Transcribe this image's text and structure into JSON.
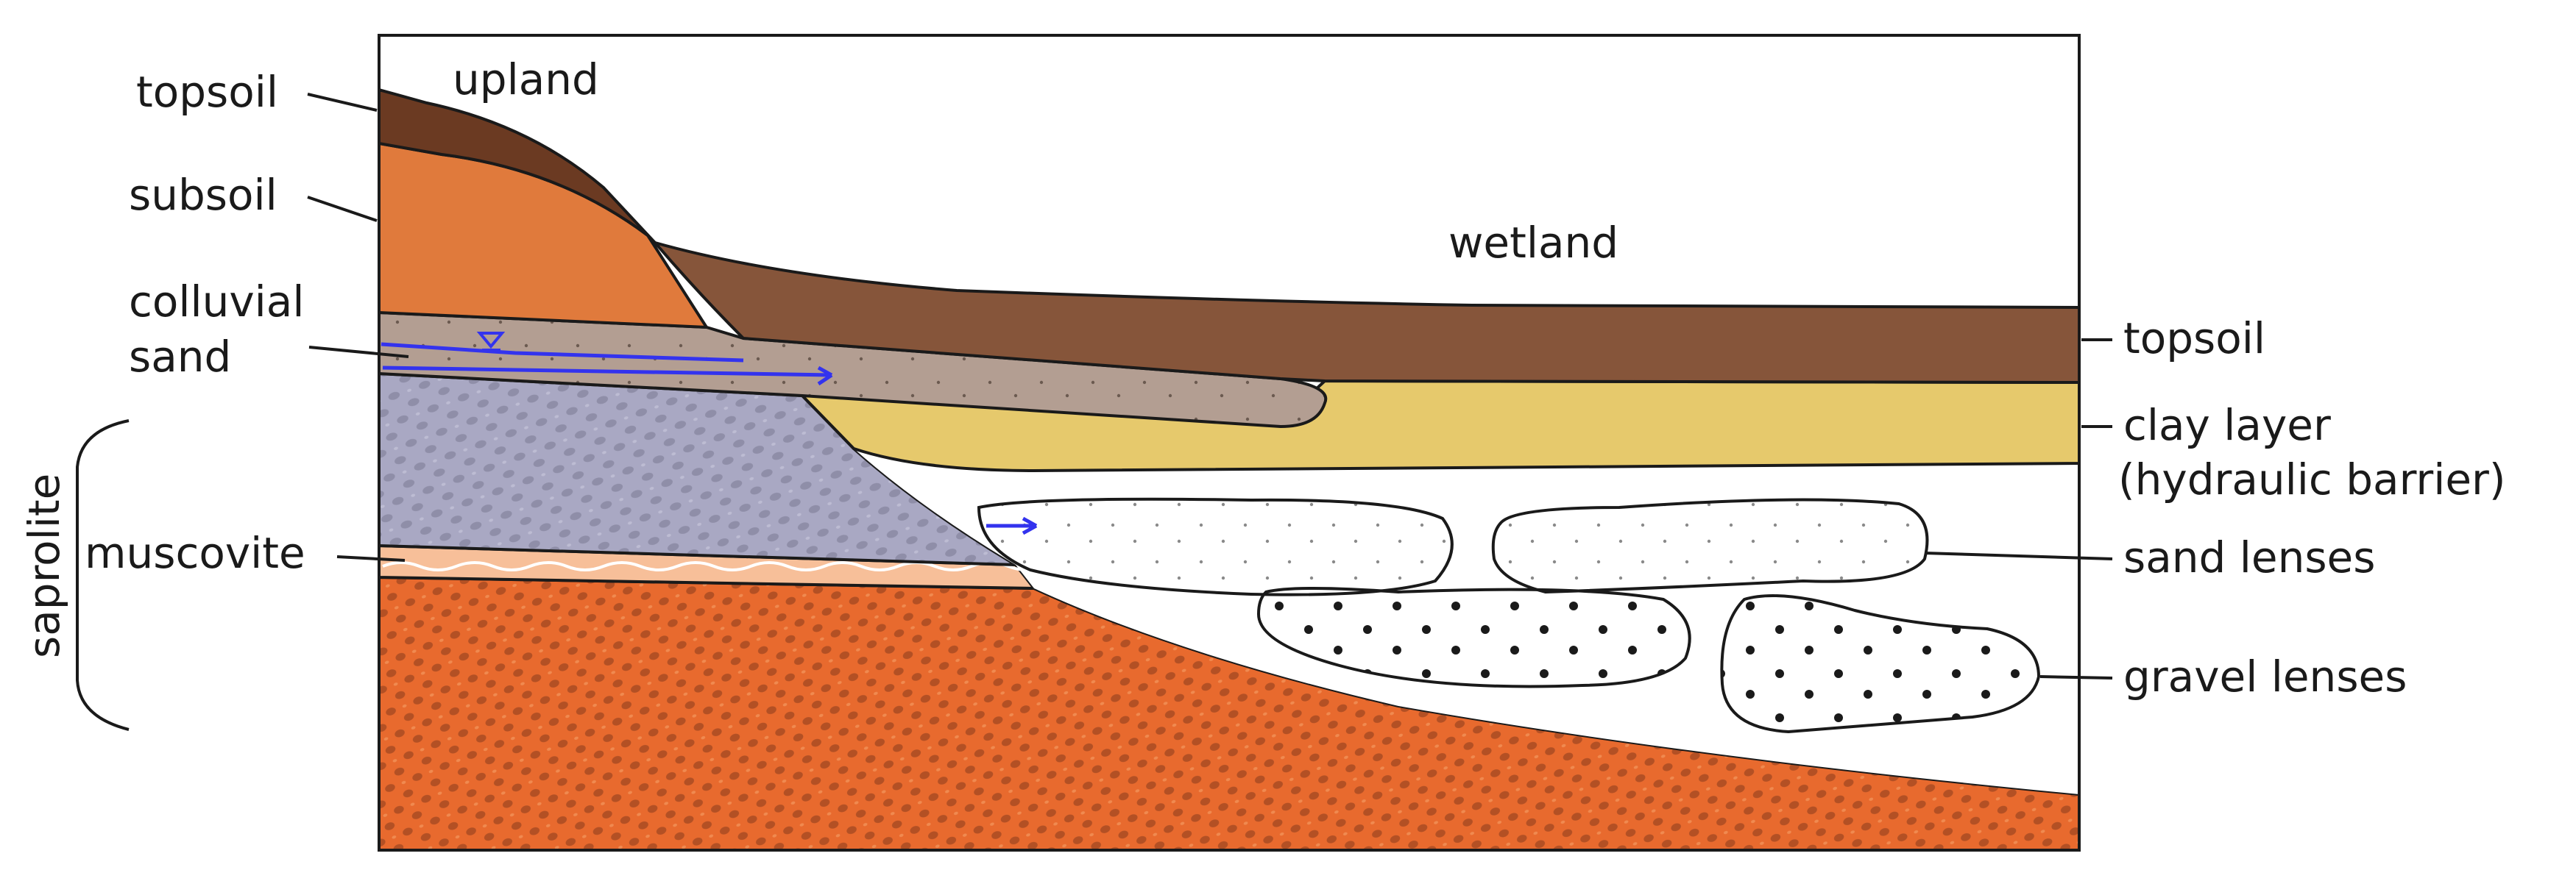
{
  "labels": {
    "upland": "upland",
    "wetland": "wetland",
    "topsoil_left": "topsoil",
    "subsoil": "subsoil",
    "colluvial_line1": "colluvial",
    "colluvial_line2": "sand",
    "saprolite": "saprolite",
    "muscovite": "muscovite",
    "topsoil_right": "topsoil",
    "clay_line1": "clay layer",
    "clay_line2": "(hydraulic barrier)",
    "sand_lenses": "sand lenses",
    "gravel_lenses": "gravel lenses"
  },
  "colors": {
    "topsoil_upland": "#6b3a22",
    "topsoil_wetland": "#86553a",
    "subsoil": "#e07a3c",
    "colluvial_sand": "#b39e92",
    "saprolite_gray": "#a9a8c3",
    "muscovite": "#f7bf99",
    "bedrock_orange": "#e86a2e",
    "clay": "#e6c96c",
    "water": "#3333ee"
  }
}
